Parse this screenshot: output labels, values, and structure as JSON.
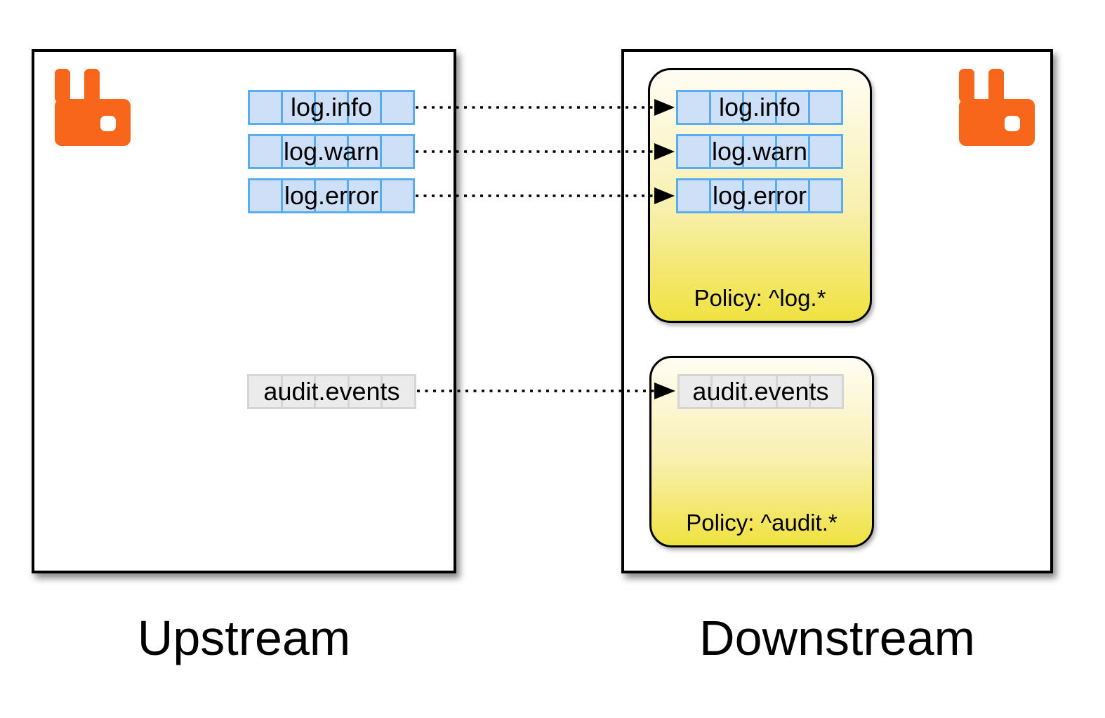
{
  "upstream": {
    "label": "Upstream",
    "queues": {
      "log_info": "log.info",
      "log_warn": "log.warn",
      "log_error": "log.error",
      "audit": "audit.events"
    }
  },
  "downstream": {
    "label": "Downstream",
    "log_policy": {
      "label": "Policy: ^log.*",
      "queues": {
        "log_info": "log.info",
        "log_warn": "log.warn",
        "log_error": "log.error"
      }
    },
    "audit_policy": {
      "label": "Policy: ^audit.*",
      "queues": {
        "audit": "audit.events"
      }
    }
  },
  "icons": {
    "upstream_logo": "rabbitmq-logo",
    "downstream_logo": "rabbitmq-logo"
  },
  "colors": {
    "rabbit-orange": "#f7661a",
    "queue-blue-border": "#58acf1",
    "queue-blue-fill": "#cde0f8",
    "queue-gray-border": "#d5d5d5",
    "queue-gray-fill": "#ebebeb",
    "policy-yellow-top": "#fffdf4",
    "policy-yellow-bottom": "#f0e240",
    "arrow-black": "#000000"
  }
}
